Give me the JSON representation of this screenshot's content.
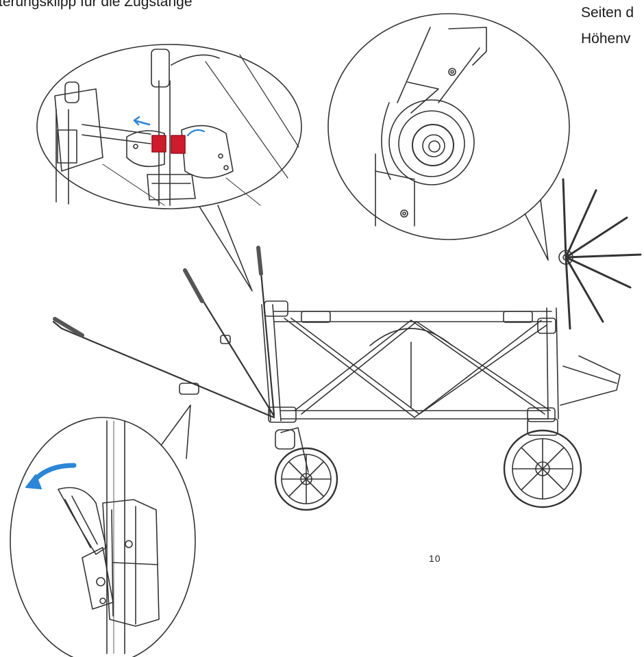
{
  "captions": {
    "top_left": "terungsklipp für die Zugstange",
    "top_right_line1": "Seiten d",
    "top_right_line2": "Höhenv"
  },
  "page_number": "10",
  "colors": {
    "line": "#333333",
    "highlight_red": "#d01b2a",
    "arrow_blue": "#2a86d8"
  },
  "callouts": [
    {
      "name": "connector-clip-detail",
      "icon": "pull-rod-clip-icon"
    },
    {
      "name": "hinge-knob-detail",
      "icon": "height-adjust-knob-icon"
    },
    {
      "name": "handle-lock-detail",
      "icon": "handle-lock-lever-icon"
    }
  ]
}
